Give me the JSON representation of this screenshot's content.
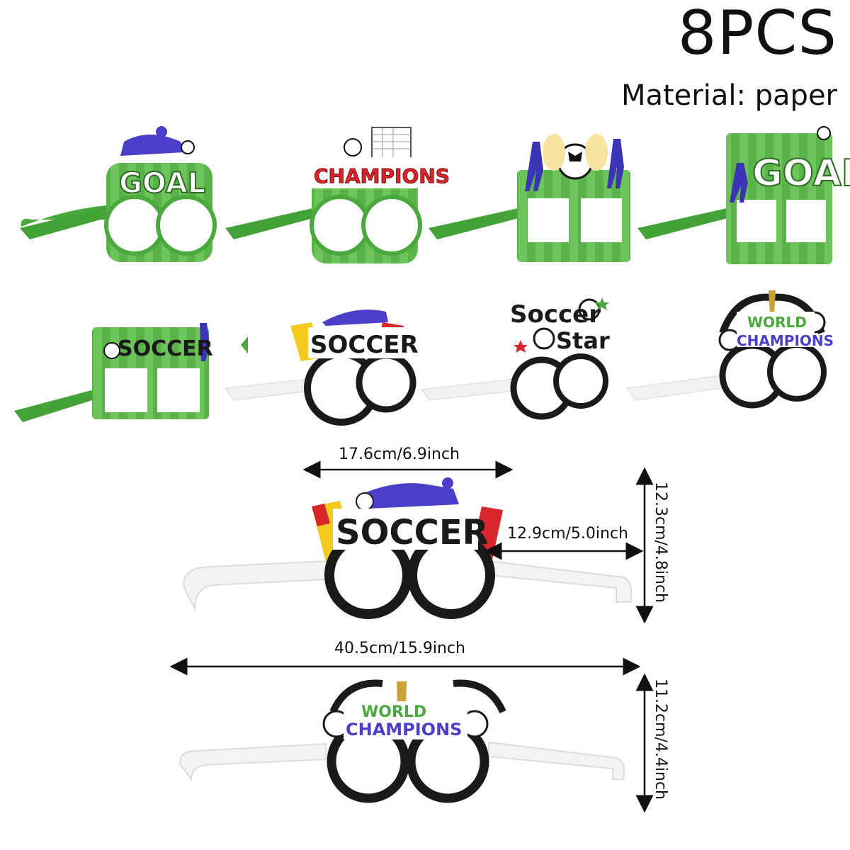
{
  "header": {
    "count": "8PCS",
    "material": "Material: paper"
  },
  "glasses": [
    {
      "label": "GOAL",
      "style": "green-round"
    },
    {
      "label": "CHAMPIONS",
      "style": "green-round"
    },
    {
      "label": "",
      "style": "green-square"
    },
    {
      "label": "GOAL",
      "style": "green-square"
    },
    {
      "label": "SOCCER",
      "style": "green-square"
    },
    {
      "label": "SOCCER",
      "style": "ball-round"
    },
    {
      "label": "Soccer Star",
      "label_lines": [
        "Soccer",
        "Star"
      ],
      "style": "ball-round"
    },
    {
      "label": "WORLD CHAMPIONS",
      "label_lines": [
        "WORLD",
        "CHAMPIONS"
      ],
      "style": "ball-round"
    }
  ],
  "dimensions": {
    "frame_width": "17.6cm/6.9inch",
    "lens_height": "12.9cm/5.0inch",
    "soccer_height": "12.3cm/4.8inch",
    "total_length": "40.5cm/15.9inch",
    "world_height": "11.2cm/4.4inch"
  },
  "colors": {
    "grass": "#5bb84a",
    "grass_dark": "#3f9a35",
    "purple": "#4b3fc9",
    "red": "#d8262b",
    "yellow": "#f2cb1e",
    "black": "#1a1a1a"
  }
}
